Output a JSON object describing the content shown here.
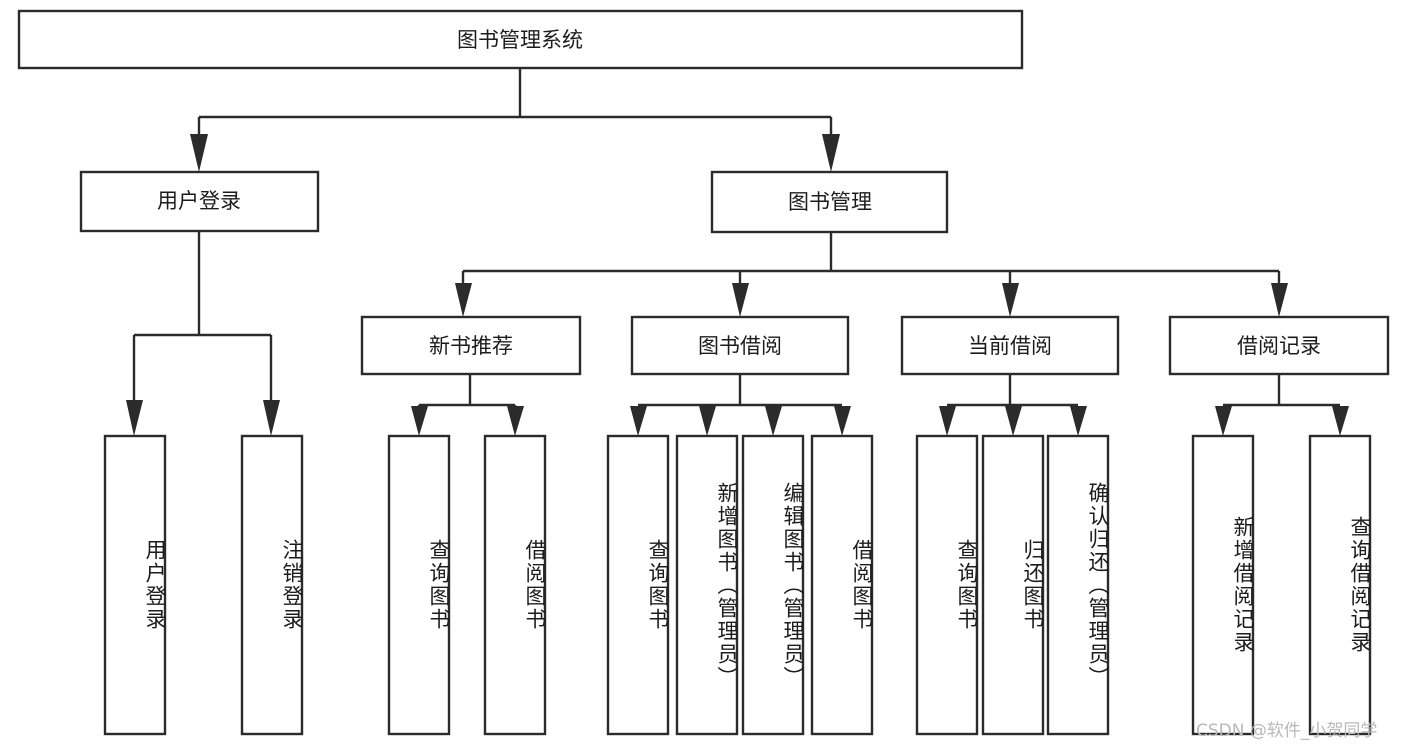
{
  "diagram": {
    "type": "tree-hierarchy-chart",
    "title": "图书管理系统",
    "stroke_color": "#2b2b2b",
    "fill_color": "#ffffff",
    "text_color": "#1c1c1c",
    "levels": {
      "root": {
        "label": "图书管理系统"
      },
      "level2": [
        {
          "label": "用户登录"
        },
        {
          "label": "图书管理"
        }
      ],
      "level3": [
        {
          "label": "新书推荐"
        },
        {
          "label": "图书借阅"
        },
        {
          "label": "当前借阅"
        },
        {
          "label": "借阅记录"
        }
      ],
      "leaves": {
        "user_login": [
          {
            "label": "用户登录"
          },
          {
            "label": "注销登录"
          }
        ],
        "new_book_recommend": [
          {
            "label": "查询图书"
          },
          {
            "label": "借阅图书"
          }
        ],
        "book_borrow": [
          {
            "label": "查询图书"
          },
          {
            "label": "新增图书（管理员）"
          },
          {
            "label": "编辑图书（管理员）"
          },
          {
            "label": "借阅图书"
          }
        ],
        "current_borrow": [
          {
            "label": "查询图书"
          },
          {
            "label": "归还图书"
          },
          {
            "label": "确认归还（管理员）"
          }
        ],
        "borrow_record": [
          {
            "label": "新增借阅记录"
          },
          {
            "label": "查询借阅记录"
          }
        ]
      }
    }
  },
  "watermark": {
    "text": "CSDN @软件_小贺同学"
  }
}
